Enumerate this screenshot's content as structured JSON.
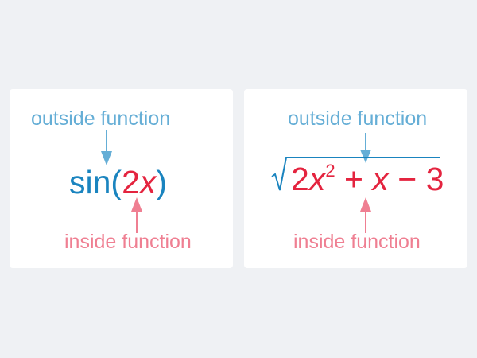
{
  "colors": {
    "background": "#eff1f4",
    "card": "#ffffff",
    "outside_label": "#65aed6",
    "inside_label": "#ef7f92",
    "outside_function": "#1a84bf",
    "inside_function": "#e4243f"
  },
  "panels": [
    {
      "outside_label": "outside function",
      "inside_label": "inside function",
      "expression": {
        "outer_prefix": "sin(",
        "inner_coef": "2",
        "inner_var": "x",
        "outer_suffix": ")"
      }
    },
    {
      "outside_label": "outside function",
      "inside_label": "inside function",
      "expression": {
        "outer_symbol": "√",
        "inner_coef": "2",
        "inner_var": "x",
        "inner_exp": "2",
        "op1": "+",
        "inner_var2": "x",
        "op2": "−",
        "inner_const": "3"
      }
    }
  ]
}
